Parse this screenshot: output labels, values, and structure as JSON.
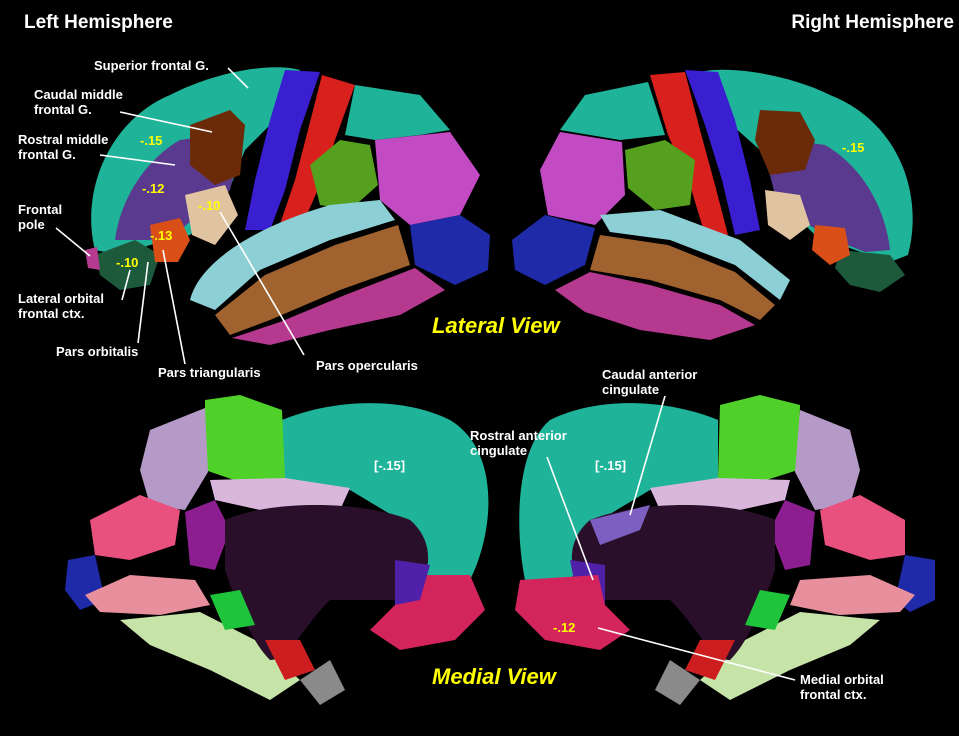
{
  "headers": {
    "left": "Left Hemisphere",
    "right": "Right Hemisphere"
  },
  "views": {
    "lateral": "Lateral View",
    "medial": "Medial View"
  },
  "lateral_labels": {
    "superior_frontal": "Superior frontal G.",
    "caudal_middle_frontal": [
      "Caudal middle",
      "frontal G."
    ],
    "rostral_middle_frontal": [
      "Rostral middle",
      "frontal G."
    ],
    "frontal_pole": [
      "Frontal",
      "pole"
    ],
    "lateral_orbitofrontal": [
      "Lateral orbital",
      "frontal ctx."
    ],
    "pars_orbitalis": "Pars orbitalis",
    "pars_triangularis": "Pars triangularis",
    "pars_opercularis": "Pars opercularis"
  },
  "medial_labels": {
    "caudal_anterior_cingulate": [
      "Caudal anterior",
      "cingulate"
    ],
    "rostral_anterior_cingulate": [
      "Rostral anterior",
      "cingulate"
    ],
    "medial_orbitofrontal": [
      "Medial orbital",
      "frontal ctx."
    ]
  },
  "values": {
    "left_lateral_superior_frontal": "-.15",
    "left_lateral_rostral_middle_frontal": "-.12",
    "left_lateral_pars_opercularis": "-.10",
    "left_lateral_pars_triangularis": "-.13",
    "left_lateral_lateral_orbitofrontal": "-.10",
    "right_lateral_superior_frontal": "-.15",
    "left_medial_superior_frontal": "[-.15]",
    "right_medial_superior_frontal": "[-.15]",
    "right_medial_medial_orbitofrontal": "-.12"
  },
  "colors": {
    "background": "#000000",
    "superior_frontal": "#1fb39a",
    "caudal_middle_frontal": "#6b2a08",
    "rostral_middle_frontal": "#5a3a8f",
    "precentral": "#3a1fd1",
    "postcentral": "#d8201c",
    "supramarginal": "#55a01e",
    "inferior_parietal": "#c24bc4",
    "superior_temporal": "#8cd0d6",
    "middle_temporal": "#a0622e",
    "inferior_temporal": "#b53a8f",
    "lateral_orbitofrontal": "#1d5a3c",
    "pars_triangularis": "#d94f17",
    "pars_opercularis": "#e0c3a0",
    "lateral_occipital": "#1f2aa8",
    "paracentral": "#4fd12a",
    "precuneus": "#b59ac7",
    "posterior_cingulate": "#d9b6dc",
    "isthmus_cingulate": "#8c1e90",
    "cuneus": "#e8507e",
    "lingual": "#e88f9e",
    "fusiform": "#c6e3a8",
    "parahippocampal": "#1ec43a",
    "entorhinal": "#cc1e1e",
    "temporal_pole": "#8a8a8a",
    "medial_orbitofrontal": "#d4245c",
    "rostral_anterior_cingulate": "#5020a8",
    "caudal_anterior_cingulate": "#7c5fc1",
    "corpus_callosum": "#2a0f2a",
    "callosal_border": "#9c5b3a",
    "value_text": "#ffff00",
    "label_text": "#ffffff"
  }
}
